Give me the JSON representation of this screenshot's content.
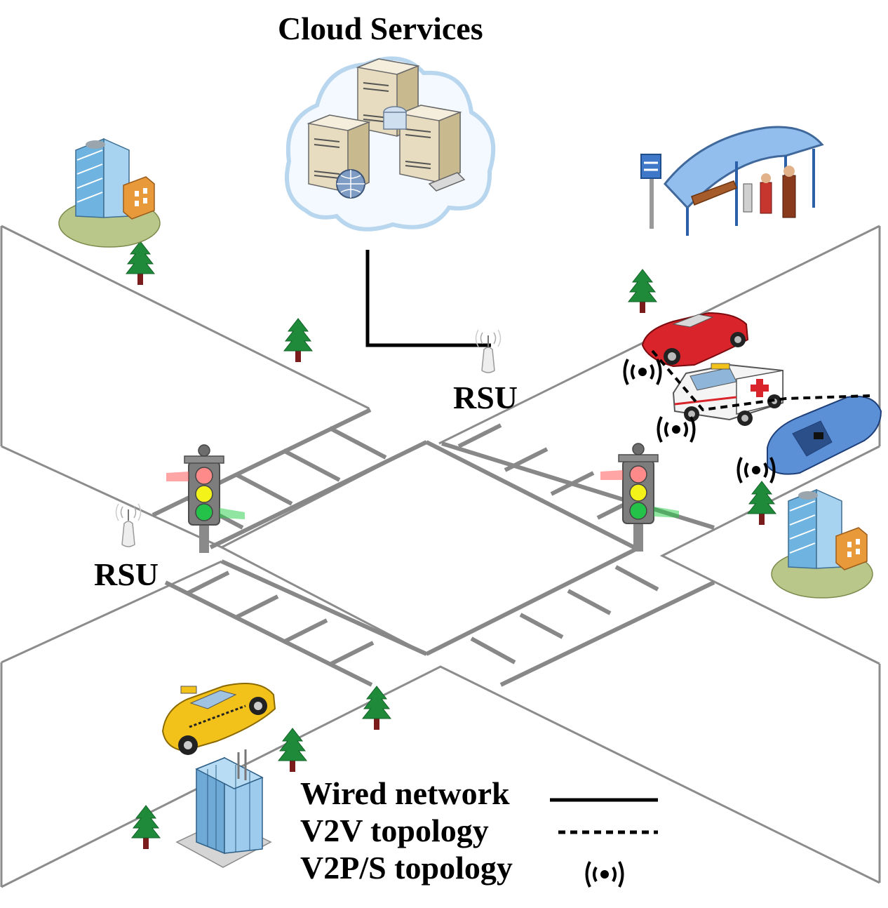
{
  "title": "Cloud Services",
  "rsu_labels": [
    "RSU",
    "RSU"
  ],
  "legend": [
    {
      "label": "Wired network",
      "style": "solid"
    },
    {
      "label": "V2V topology",
      "style": "dashed"
    },
    {
      "label": "V2P/S topology",
      "style": "signal-icon"
    }
  ],
  "colors": {
    "road_edge": "#8c8c8c",
    "tree_green": "#1f8a3a",
    "car_red": "#d8242a",
    "taxi_yellow": "#f2c21b",
    "car_blue": "#5b8fd6",
    "shelter_blue": "#3f78c9",
    "building_blue": "#5aa7d8"
  },
  "icons": [
    "cloud-server-icon",
    "rsu-antenna-icon",
    "traffic-light-icon",
    "tree-icon",
    "building-icon",
    "bus-shelter-icon",
    "red-car-icon",
    "ambulance-icon",
    "blue-car-icon",
    "taxi-icon",
    "signal-icon"
  ]
}
